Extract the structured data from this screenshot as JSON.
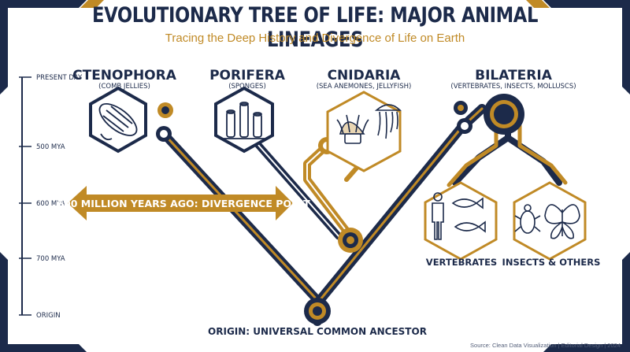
{
  "title": "EVOLUTIONARY TREE OF LIFE: MAJOR ANIMAL LINEAGES",
  "subtitle": "Tracing the Deep History and Divergence of Life on Earth",
  "timeline": [
    "PRESENT DAY",
    "500 MYA",
    "600 MYA",
    "700 MYA",
    "ORIGIN"
  ],
  "lineages": [
    {
      "name": "CTENOPHORA",
      "common": "(COMB JELLIES)",
      "icon": "comb-jelly-icon"
    },
    {
      "name": "PORIFERA",
      "common": "(SPONGES)",
      "icon": "sponge-icon"
    },
    {
      "name": "CNIDARIA",
      "common": "(SEA ANEMONES, JELLYFISH)",
      "icon": "jellyfish-icon"
    },
    {
      "name": "BILATERIA",
      "common": "(VERTEBRATES, INSECTS, MOLLUSCS)",
      "icon": ""
    }
  ],
  "subgroups": [
    {
      "name": "VERTEBRATES",
      "icon": "human-fish-icon"
    },
    {
      "name": "INSECTS & OTHERS",
      "icon": "beetle-butterfly-icon"
    }
  ],
  "divergence_label": "600 MILLION YEARS AGO: DIVERGENCE POINT",
  "origin_label": "ORIGIN: UNIVERSAL COMMON ANCESTOR",
  "source": "Source: Clean Data Visualization | Editorial Design | 2024",
  "colors": {
    "navy": "#1c2a4a",
    "gold": "#c08a26",
    "background": "#ffffff"
  }
}
